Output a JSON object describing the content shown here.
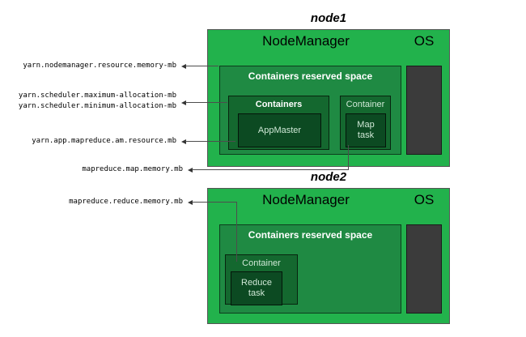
{
  "diagram": {
    "title_node1": "node1",
    "title_node2": "node2"
  },
  "node1": {
    "caption": "node1",
    "nodemanager_label": "NodeManager",
    "os_label": "OS",
    "reserved_label": "Containers reserved space",
    "containers_label": "Containers",
    "container_label": "Container",
    "appmaster_label": "AppMaster",
    "map_task_label": "Map\ntask"
  },
  "node2": {
    "caption": "node2",
    "nodemanager_label": "NodeManager",
    "os_label": "OS",
    "reserved_label": "Containers reserved space",
    "container_label": "Container",
    "reduce_task_label": "Reduce\ntask"
  },
  "annotations": {
    "nodemanager_memory": "yarn.nodemanager.resource.memory-mb",
    "scheduler_max": "yarn.scheduler.maximum-allocation-mb",
    "scheduler_min": "yarn.scheduler.minimum-allocation-mb",
    "am_resource": "yarn.app.mapreduce.am.resource.mb",
    "map_memory": "mapreduce.map.memory.mb",
    "reduce_memory": "mapreduce.reduce.memory.mb"
  },
  "colors": {
    "node_green": "#22b24c",
    "reserved_green": "#1f8a43",
    "containers_green": "#14682f",
    "task_green": "#0c4a22",
    "os_dark": "#3b3b3b",
    "connector": "#4d4d4d",
    "text_white": "#ffffff",
    "text_muted": "#cfe8d6",
    "background": "#ffffff"
  }
}
